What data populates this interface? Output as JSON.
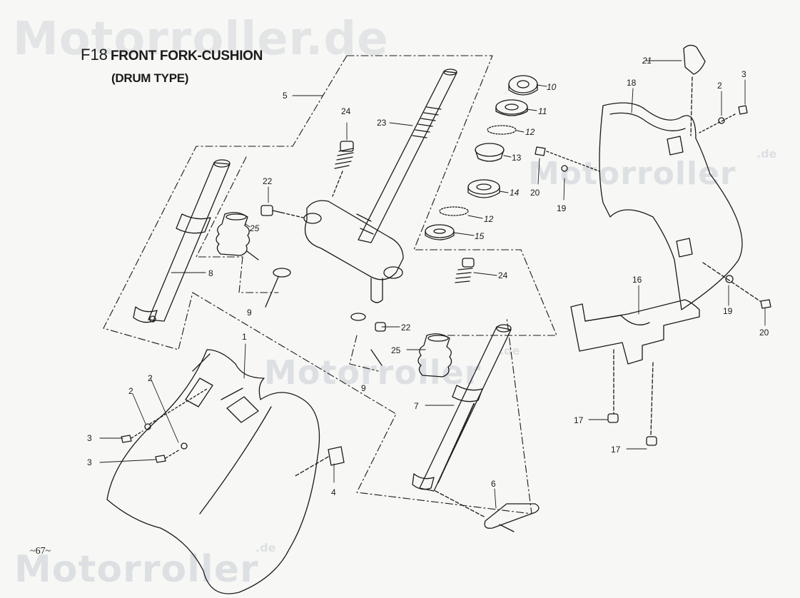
{
  "watermark": {
    "brand": "Motorroller",
    "suffix": ".de",
    "full": "Motorroller.de"
  },
  "header": {
    "code": "F18",
    "title": "FRONT FORK-CUSHION",
    "subtitle": "(DRUM TYPE)"
  },
  "footer": {
    "page": "~67~"
  },
  "callouts": {
    "c1": "1",
    "c2a": "2",
    "c2b": "2",
    "c2c": "2",
    "c3a": "3",
    "c3b": "3",
    "c3c": "3",
    "c4": "4",
    "c5": "5",
    "c6": "6",
    "c7": "7",
    "c8": "8",
    "c9a": "9",
    "c9b": "9",
    "c10": "10",
    "c11": "11",
    "c12a": "12",
    "c12b": "12",
    "c13": "13",
    "c14": "14",
    "c15": "15",
    "c16": "16",
    "c17a": "17",
    "c17b": "17",
    "c18": "18",
    "c19a": "19",
    "c19b": "19",
    "c20a": "20",
    "c20b": "20",
    "c21": "21",
    "c22a": "22",
    "c22b": "22",
    "c23": "23",
    "c24a": "24",
    "c24b": "24",
    "c25a": "25",
    "c25b": "25"
  },
  "colors": {
    "ink": "#1a1a1a",
    "paper": "#f7f7f5",
    "watermark": "#c9ced6"
  }
}
